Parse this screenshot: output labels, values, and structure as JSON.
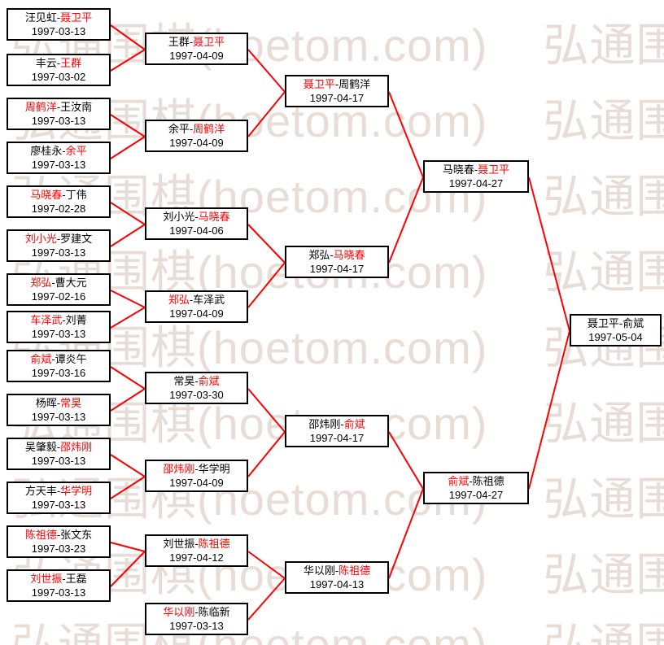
{
  "separator": "-",
  "colors": {
    "winner": "#ff0000",
    "line": "#ff0000",
    "box_border": "#000000",
    "watermark": "#e8ddd6"
  },
  "watermark": {
    "text": "弘通围棋(hoetom.com)"
  },
  "rounds": [
    {
      "name": "round-1",
      "matches": [
        {
          "p1": "汪见虹",
          "p1_win": false,
          "p2": "聂卫平",
          "p2_win": true,
          "date": "1997-03-13"
        },
        {
          "p1": "丰云",
          "p1_win": false,
          "p2": "王群",
          "p2_win": true,
          "date": "1997-03-02"
        },
        {
          "p1": "周鹤洋",
          "p1_win": true,
          "p2": "王汝南",
          "p2_win": false,
          "date": "1997-03-13"
        },
        {
          "p1": "廖桂永",
          "p1_win": false,
          "p2": "余平",
          "p2_win": true,
          "date": "1997-03-13"
        },
        {
          "p1": "马晓春",
          "p1_win": true,
          "p2": "丁伟",
          "p2_win": false,
          "date": "1997-02-28"
        },
        {
          "p1": "刘小光",
          "p1_win": true,
          "p2": "罗建文",
          "p2_win": false,
          "date": "1997-03-13"
        },
        {
          "p1": "郑弘",
          "p1_win": true,
          "p2": "曹大元",
          "p2_win": false,
          "date": "1997-02-16"
        },
        {
          "p1": "车泽武",
          "p1_win": true,
          "p2": "刘菁",
          "p2_win": false,
          "date": "1997-03-13"
        },
        {
          "p1": "俞斌",
          "p1_win": true,
          "p2": "谭炎午",
          "p2_win": false,
          "date": "1997-03-16"
        },
        {
          "p1": "杨晖",
          "p1_win": false,
          "p2": "常昊",
          "p2_win": true,
          "date": "1997-03-13"
        },
        {
          "p1": "吴肇毅",
          "p1_win": false,
          "p2": "邵炜刚",
          "p2_win": true,
          "date": "1997-03-13"
        },
        {
          "p1": "方天丰",
          "p1_win": false,
          "p2": "华学明",
          "p2_win": true,
          "date": "1997-03-13"
        },
        {
          "p1": "陈祖德",
          "p1_win": true,
          "p2": "张文东",
          "p2_win": false,
          "date": "1997-03-23"
        },
        {
          "p1": "刘世振",
          "p1_win": true,
          "p2": "王磊",
          "p2_win": false,
          "date": "1997-03-13"
        }
      ]
    },
    {
      "name": "round-2",
      "matches": [
        {
          "p1": "王群",
          "p1_win": false,
          "p2": "聂卫平",
          "p2_win": true,
          "date": "1997-04-09"
        },
        {
          "p1": "余平",
          "p1_win": false,
          "p2": "周鹤洋",
          "p2_win": true,
          "date": "1997-04-09"
        },
        {
          "p1": "刘小光",
          "p1_win": false,
          "p2": "马晓春",
          "p2_win": true,
          "date": "1997-04-06"
        },
        {
          "p1": "郑弘",
          "p1_win": true,
          "p2": "车泽武",
          "p2_win": false,
          "date": "1997-04-09"
        },
        {
          "p1": "常昊",
          "p1_win": false,
          "p2": "俞斌",
          "p2_win": true,
          "date": "1997-03-30"
        },
        {
          "p1": "邵炜刚",
          "p1_win": true,
          "p2": "华学明",
          "p2_win": false,
          "date": "1997-04-09"
        },
        {
          "p1": "刘世振",
          "p1_win": false,
          "p2": "陈祖德",
          "p2_win": true,
          "date": "1997-04-12"
        },
        {
          "p1": "华以刚",
          "p1_win": true,
          "p2": "陈临新",
          "p2_win": false,
          "date": "1997-03-13"
        }
      ]
    },
    {
      "name": "quarterfinals",
      "matches": [
        {
          "p1": "聂卫平",
          "p1_win": true,
          "p2": "周鹤洋",
          "p2_win": false,
          "date": "1997-04-17"
        },
        {
          "p1": "郑弘",
          "p1_win": false,
          "p2": "马晓春",
          "p2_win": true,
          "date": "1997-04-17"
        },
        {
          "p1": "邵炜刚",
          "p1_win": false,
          "p2": "俞斌",
          "p2_win": true,
          "date": "1997-04-17"
        },
        {
          "p1": "华以刚",
          "p1_win": false,
          "p2": "陈祖德",
          "p2_win": true,
          "date": "1997-04-13"
        }
      ]
    },
    {
      "name": "semifinals",
      "matches": [
        {
          "p1": "马晓春",
          "p1_win": false,
          "p2": "聂卫平",
          "p2_win": true,
          "date": "1997-04-27"
        },
        {
          "p1": "俞斌",
          "p1_win": true,
          "p2": "陈祖德",
          "p2_win": false,
          "date": "1997-04-27"
        }
      ]
    },
    {
      "name": "final",
      "matches": [
        {
          "p1": "聂卫平",
          "p1_win": false,
          "p2": "俞斌",
          "p2_win": false,
          "date": "1997-05-04"
        }
      ]
    }
  ]
}
